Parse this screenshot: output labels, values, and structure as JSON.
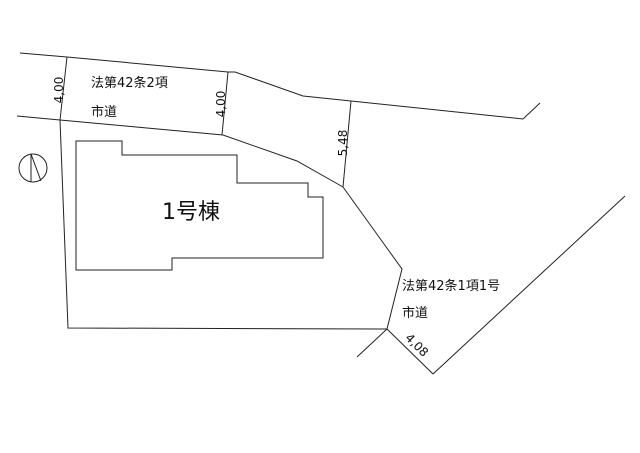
{
  "roads": {
    "north": {
      "law": "法第42条2項",
      "type": "市道",
      "width_left": "4,00",
      "width_right": "4,00"
    },
    "east_corner_width": "5,48",
    "southeast": {
      "law": "法第42条1項1号",
      "type": "市道",
      "width": "4,08"
    }
  },
  "building": {
    "label": "1号棟"
  },
  "north_arrow": "north-arrow-icon"
}
